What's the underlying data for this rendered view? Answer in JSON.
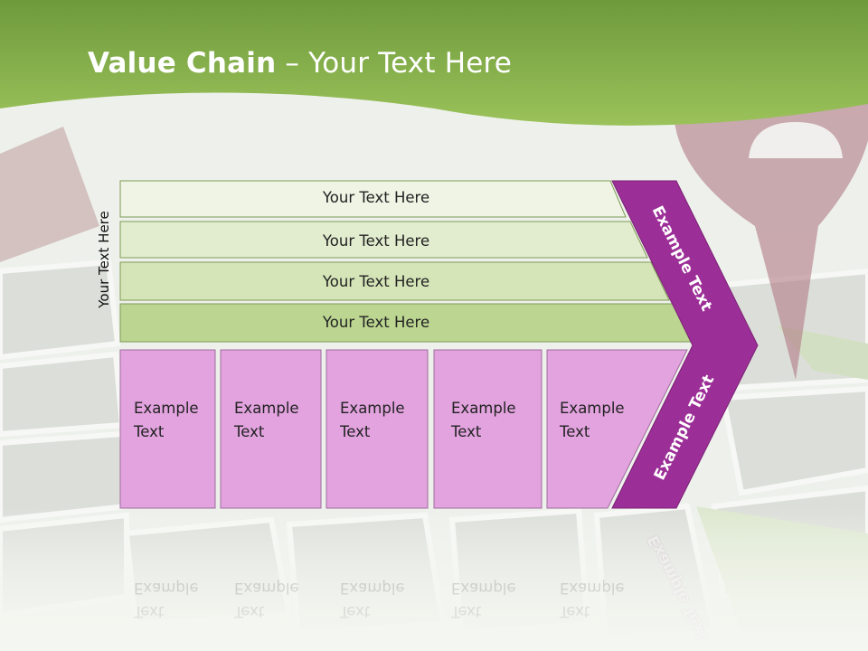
{
  "title": {
    "bold": "Value Chain",
    "rest": " – Your Text Here"
  },
  "side_label": "Your Text Here",
  "rows": [
    {
      "label": "Your Text Here"
    },
    {
      "label": "Your Text Here"
    },
    {
      "label": "Your Text Here"
    },
    {
      "label": "Your Text Here"
    }
  ],
  "boxes": [
    {
      "line1": "Example",
      "line2": "Text"
    },
    {
      "line1": "Example",
      "line2": "Text"
    },
    {
      "line1": "Example",
      "line2": "Text"
    },
    {
      "line1": "Example",
      "line2": "Text"
    },
    {
      "line1": "Example",
      "line2": "Text"
    }
  ],
  "arrow": {
    "upper": "Example Text",
    "lower": "Example Text"
  },
  "colors": {
    "header_green": "#8cb24e",
    "row_fill": [
      "#eff4e5",
      "#e2edcf",
      "#d5e5b8",
      "#bcd692"
    ],
    "box_fill": "#e2a3df",
    "arrow_purple": "#9c2f97"
  }
}
